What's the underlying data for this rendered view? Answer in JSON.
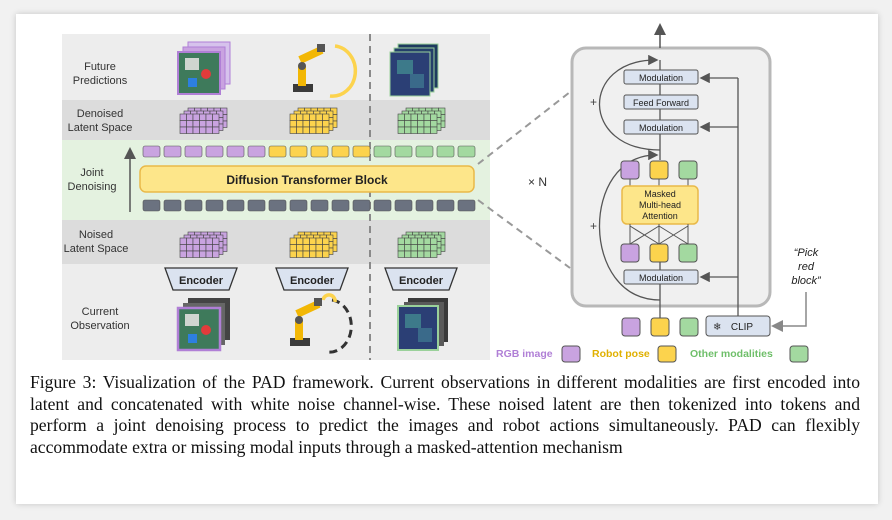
{
  "row_labels": {
    "future": [
      "Future",
      "Predictions"
    ],
    "denoised": [
      "Denoised",
      "Latent Space"
    ],
    "joint": [
      "Joint",
      "Denoising"
    ],
    "noised": [
      "Noised",
      "Latent Space"
    ],
    "current": [
      "Current",
      "Observation"
    ]
  },
  "dit_block_label": "Diffusion Transformer Block",
  "encoder_label": "Encoder",
  "times_n": "× N",
  "block": {
    "modulation": "Modulation",
    "feed_forward": "Feed Forward",
    "attention": [
      "Masked",
      "Multi-head",
      "Attention"
    ],
    "plus": "+",
    "clip": "CLIP",
    "snowflake": "❄"
  },
  "instruction": [
    "“Pick",
    "red",
    "block”"
  ],
  "legend": {
    "rgb": "RGB image",
    "robot": "Robot pose",
    "other": "Other modalities"
  },
  "colors": {
    "rgb": "#c9a3e0",
    "robot": "#fcd34d",
    "other": "#a3d9a0",
    "band_gray": "#dcdcdc",
    "band_green": "#e4f2e0",
    "dit_fill": "#fde68a",
    "mod_fill": "#dbe3f0",
    "token_gray": "#6b7280"
  },
  "caption": {
    "label": "Figure 3:",
    "text": "Visualization of the PAD framework. Current observations in different modalities are first encoded into latent and concatenated with white noise channel-wise. These noised latent are then tokenized into tokens and perform a joint denoising process to predict the images and robot actions simultaneously. PAD can flexibly accommodate extra or missing modal inputs through a masked-attention mechanism"
  }
}
